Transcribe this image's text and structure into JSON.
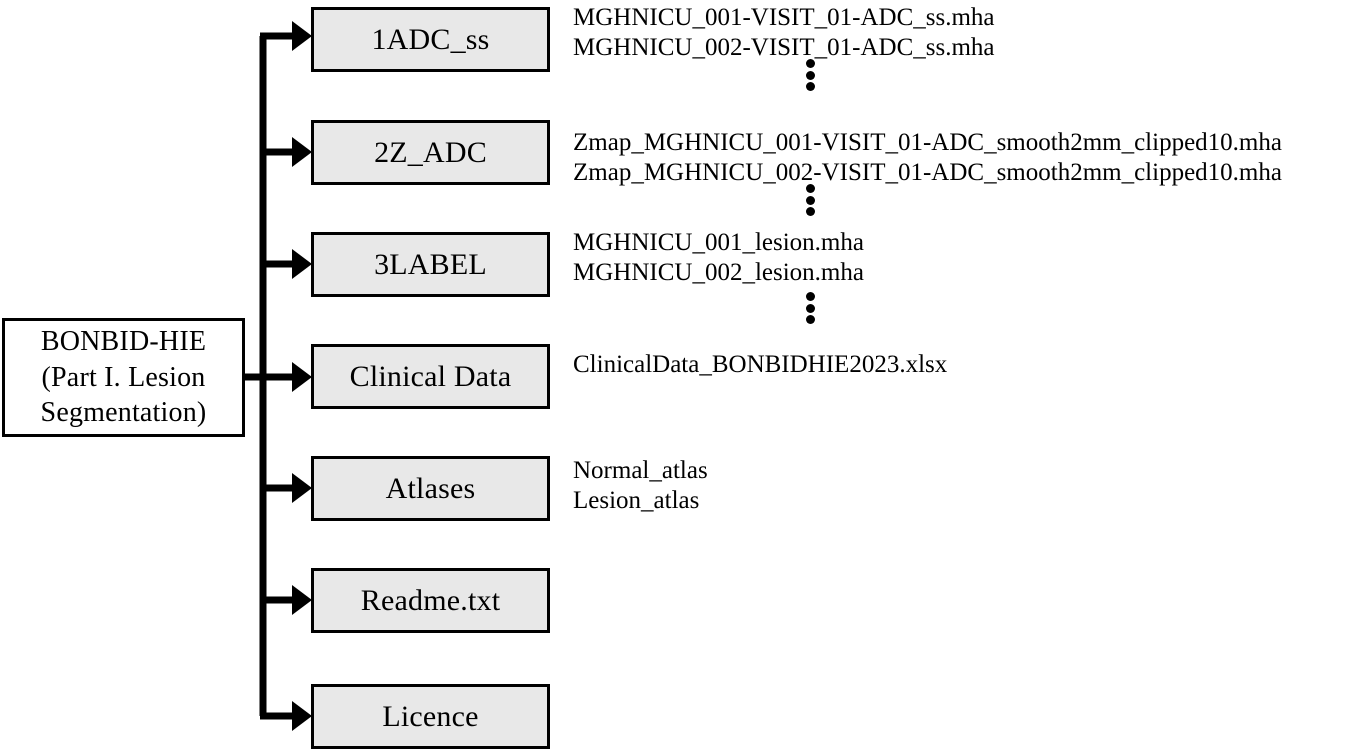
{
  "diagram": {
    "title": "BONBID-HIE Part I dataset folder structure",
    "colors": {
      "node_fill": "#e8e8e8",
      "root_fill": "#ffffff",
      "stroke": "#000000",
      "background": "#ffffff"
    },
    "root": {
      "lines": [
        "BONBID-HIE",
        "(Part I. Lesion",
        "Segmentation)"
      ]
    },
    "nodes": [
      {
        "id": "adc-ss",
        "label": "1ADC_ss",
        "files": [
          "MGHNICU_001-VISIT_01-ADC_ss.mha",
          "MGHNICU_002-VISIT_01-ADC_ss.mha"
        ],
        "ellipsis": true
      },
      {
        "id": "z-adc",
        "label": "2Z_ADC",
        "files": [
          "Zmap_MGHNICU_001-VISIT_01-ADC_smooth2mm_clipped10.mha",
          "Zmap_MGHNICU_002-VISIT_01-ADC_smooth2mm_clipped10.mha"
        ],
        "ellipsis": true
      },
      {
        "id": "label",
        "label": "3LABEL",
        "files": [
          "MGHNICU_001_lesion.mha",
          "MGHNICU_002_lesion.mha"
        ],
        "ellipsis": true
      },
      {
        "id": "clinical-data",
        "label": "Clinical Data",
        "files": [
          "ClinicalData_BONBIDHIE2023.xlsx"
        ],
        "ellipsis": false
      },
      {
        "id": "atlases",
        "label": "Atlases",
        "files": [
          "Normal_atlas",
          "Lesion_atlas"
        ],
        "ellipsis": false
      },
      {
        "id": "readme",
        "label": "Readme.txt",
        "files": [],
        "ellipsis": false
      },
      {
        "id": "licence",
        "label": "Licence",
        "files": [],
        "ellipsis": false
      }
    ]
  }
}
